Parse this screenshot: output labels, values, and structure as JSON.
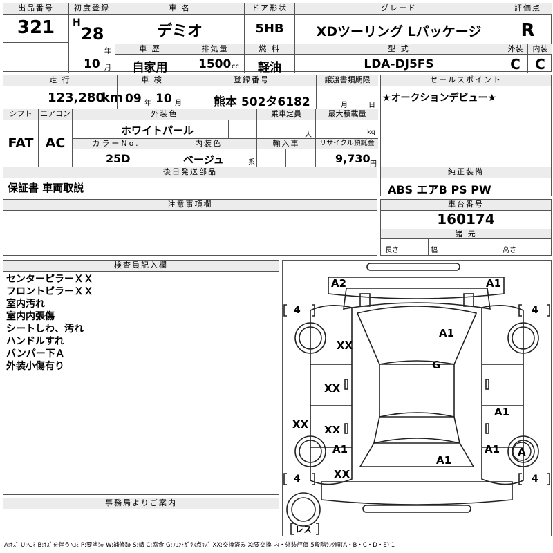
{
  "header": {
    "lot_label": "出品番号",
    "lot_no": "321",
    "reg_label": "初度登録",
    "era": "H",
    "reg_year": "28",
    "year_unit": "年",
    "reg_month": "10",
    "month_unit": "月",
    "car_name_label": "車 名",
    "car_name": "デミオ",
    "door_label": "ドア形状",
    "door": "5HB",
    "grade_label": "グレード",
    "grade": "XDツーリング Lパッケージ",
    "score_label": "評価点",
    "score": "R",
    "history_label": "車 歴",
    "history": "自家用",
    "disp_label": "排気量",
    "disp": "1500",
    "disp_unit": "cc",
    "fuel_label": "燃 料",
    "fuel": "軽油",
    "model_label": "型 式",
    "model": "LDA-DJ5FS",
    "ext_label": "外装",
    "ext": "C",
    "int_label": "内装",
    "int": "C"
  },
  "row2": {
    "mileage_label": "走 行",
    "mileage": "123,280",
    "mileage_unit": "km",
    "inspection_label": "車 検",
    "insp_year": "09",
    "insp_year_unit": "年",
    "insp_month": "10",
    "insp_month_unit": "月",
    "plate_label": "登録番号",
    "plate": "熊本 502タ6182",
    "transfer_label": "譲渡書類期限",
    "transfer_month_unit": "月",
    "transfer_day_unit": "日",
    "sales_label": "セールスポイント",
    "sales": "★オークションデビュー★"
  },
  "row3": {
    "shift_label": "シフト",
    "shift": "FAT",
    "ac_label": "エアコン",
    "ac": "AC",
    "color_label": "外装色",
    "color": "ホワイトパール",
    "capacity_label": "乗車定員",
    "capacity_unit": "人",
    "load_label": "最大積載量",
    "load_unit": "kg",
    "color_no_label": "カラーNo.",
    "color_no": "25D",
    "interior_label": "内装色",
    "interior": "ベージュ",
    "interior_unit": "系",
    "import_label": "輸入車",
    "recycle_label": "リサイクル預託金",
    "recycle": "9,730",
    "recycle_unit": "円"
  },
  "later": {
    "label": "後日発送部品",
    "value": "保証書 車両取説"
  },
  "equip": {
    "label": "純正装備",
    "value": "ABS エアB PS PW"
  },
  "caution": {
    "label": "注意事項欄"
  },
  "chassis": {
    "label": "車台番号",
    "value": "160174",
    "dims_label": "諸 元",
    "length_label": "長さ",
    "width_label": "幅",
    "height_label": "高さ"
  },
  "inspector": {
    "label": "検査員記入欄",
    "notes": [
      "センターピラーＸＸ",
      "フロントピラーＸＸ",
      "室内汚れ",
      "室内内張傷",
      "シートしわ、汚れ",
      "ハンドルすれ",
      "バンパー下Ａ",
      "外装小傷有り"
    ]
  },
  "office": {
    "label": "事務局よりご案内"
  },
  "diagram": {
    "marks": [
      "A2",
      "A1",
      "A1",
      "XX",
      "G",
      "XX",
      "A1",
      "XX",
      "XX",
      "A1",
      "A1",
      "A",
      "A1",
      "XX"
    ],
    "tire_depths": [
      "4",
      "4",
      "4",
      "4"
    ],
    "spare_label": "レス"
  },
  "legend": "A:ｷｽﾞ U:ﾍｺﾐ B:ｷｽﾞを伴うﾍｺﾐ P:要塗装 W:補修跡 S:錆 C:腐食 G:ﾌﾛﾝﾄｶﾞﾗｽ点ｷｽﾞ XX:交換済み X:要交換 内・外装評価 5段階ﾗﾝｸ順(A・B・C・D・E) 1"
}
